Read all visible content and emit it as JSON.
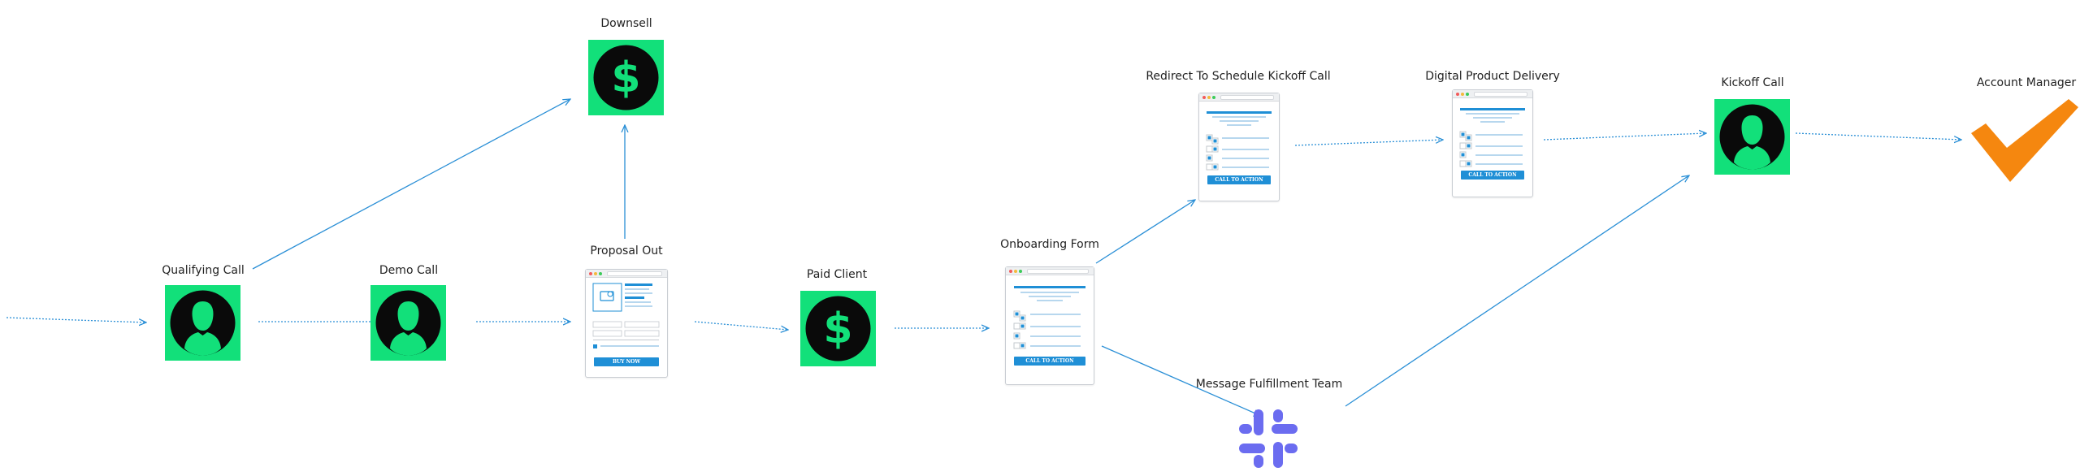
{
  "diagram": {
    "nodes": {
      "qualifying_call": {
        "label": "Qualifying Call",
        "icon": "person-icon"
      },
      "demo_call": {
        "label": "Demo Call",
        "icon": "person-icon"
      },
      "downsell": {
        "label": "Downsell",
        "icon": "dollar-icon"
      },
      "proposal_out": {
        "label": "Proposal Out",
        "icon": "order-page-icon",
        "button": "BUY NOW"
      },
      "paid_client": {
        "label": "Paid Client",
        "icon": "dollar-icon"
      },
      "onboarding_form": {
        "label": "Onboarding Form",
        "icon": "form-page-icon",
        "button": "CALL TO ACTION"
      },
      "redirect_kickoff": {
        "label": "Redirect To Schedule Kickoff Call",
        "icon": "form-page-icon",
        "button": "CALL TO ACTION"
      },
      "message_team": {
        "label": "Message Fulfillment Team",
        "icon": "slack-icon"
      },
      "digital_delivery": {
        "label": "Digital Product Delivery",
        "icon": "form-page-icon",
        "button": "CALL TO ACTION"
      },
      "kickoff_call": {
        "label": "Kickoff Call",
        "icon": "person-icon"
      },
      "account_manager": {
        "label": "Account Manager",
        "icon": "checkmark-icon"
      }
    },
    "edges": [
      {
        "from": "entry",
        "to": "qualifying_call"
      },
      {
        "from": "qualifying_call",
        "to": "demo_call"
      },
      {
        "from": "qualifying_call",
        "to": "downsell"
      },
      {
        "from": "demo_call",
        "to": "proposal_out"
      },
      {
        "from": "proposal_out",
        "to": "downsell"
      },
      {
        "from": "proposal_out",
        "to": "paid_client"
      },
      {
        "from": "paid_client",
        "to": "onboarding_form"
      },
      {
        "from": "onboarding_form",
        "to": "redirect_kickoff"
      },
      {
        "from": "onboarding_form",
        "to": "message_team"
      },
      {
        "from": "redirect_kickoff",
        "to": "digital_delivery"
      },
      {
        "from": "digital_delivery",
        "to": "kickoff_call"
      },
      {
        "from": "message_team",
        "to": "kickoff_call"
      },
      {
        "from": "kickoff_call",
        "to": "account_manager"
      }
    ],
    "colors": {
      "tile_green": "#12e07a",
      "edge_blue": "#2a8fd6",
      "cta_blue": "#1f8fd6",
      "check_orange": "#f5870f",
      "slack_purple": "#6b6cf0"
    }
  }
}
